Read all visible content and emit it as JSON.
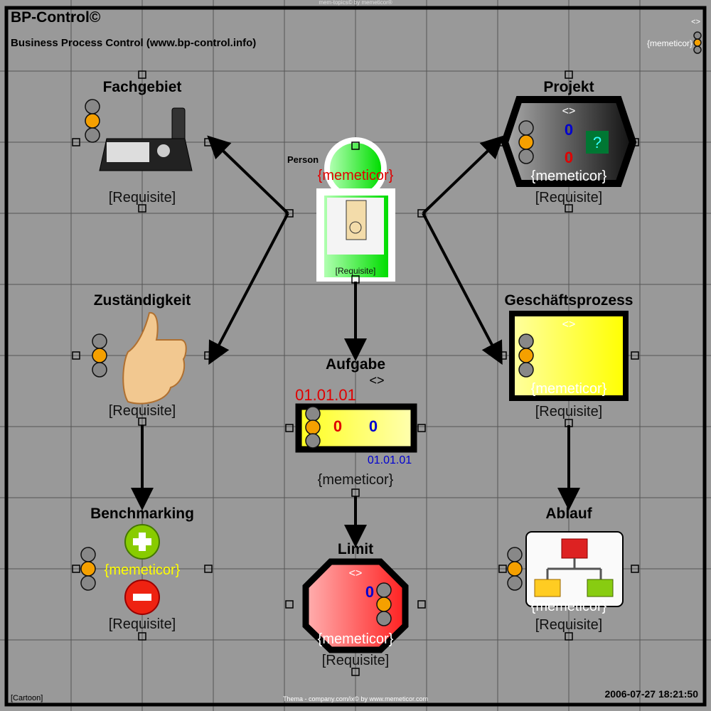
{
  "header": {
    "top_note": "mem-topics© by memeticor®",
    "title": "BP-Control©",
    "subtitle": "Business Process Control (www.bp-control.info)",
    "corner_arrows": "<>",
    "corner_memeticor": "{memeticor}"
  },
  "footer": {
    "left": "[Cartoon]",
    "center": "Thema - company.com/ix© by www.memeticor.com",
    "timestamp": "2006-07-27 18:21:50"
  },
  "nodes": {
    "fachgebiet": {
      "title": "Fachgebiet",
      "requisite": "[Requisite]"
    },
    "person": {
      "title": "Person",
      "memeticor": "{memeticor}",
      "requisite": "[Requisite]"
    },
    "projekt": {
      "title": "Projekt",
      "arrows": "<>",
      "count_blue": "0",
      "count_red": "0",
      "memeticor": "{memeticor}",
      "requisite": "[Requisite]"
    },
    "zustaendigkeit": {
      "title": "Zuständigkeit",
      "requisite": "[Requisite]"
    },
    "aufgabe": {
      "title": "Aufgabe",
      "arrows": "<>",
      "date_red": "01.01.01",
      "count_red": "0",
      "count_blue": "0",
      "date_blue": "01.01.01",
      "memeticor": "{memeticor}"
    },
    "geschaeftsprozess": {
      "title": "Geschäftsprozess",
      "arrows": "<>",
      "memeticor": "{memeticor}",
      "requisite": "[Requisite]"
    },
    "benchmarking": {
      "title": "Benchmarking",
      "memeticor": "{memeticor}",
      "requisite": "[Requisite]"
    },
    "limit": {
      "title": "Limit",
      "arrows": "<>",
      "count_blue": "0",
      "memeticor": "{memeticor}",
      "requisite": "[Requisite]"
    },
    "ablauf": {
      "title": "Ablauf",
      "memeticor": "{memeticor}",
      "requisite": "[Requisite]"
    }
  },
  "colors": {
    "background": "#999999",
    "amber": "#f5a000",
    "red": "#e00000",
    "blue": "#0000d0",
    "green": "#22dd22",
    "yellow": "#ffff40"
  }
}
